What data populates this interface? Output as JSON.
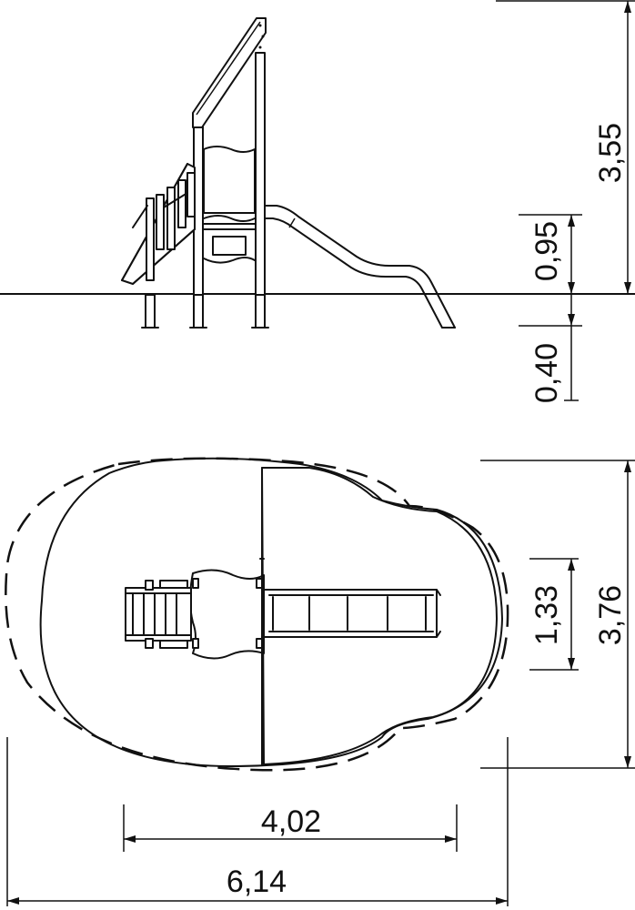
{
  "side_view": {
    "dimensions": {
      "total_height": "3,55",
      "platform_height": "0,95",
      "foundation_depth": "0,40"
    }
  },
  "plan_view": {
    "dimensions": {
      "slide_width": "1,33",
      "safety_area_depth": "3,76",
      "equipment_length": "4,02",
      "safety_area_length": "6,14"
    }
  }
}
